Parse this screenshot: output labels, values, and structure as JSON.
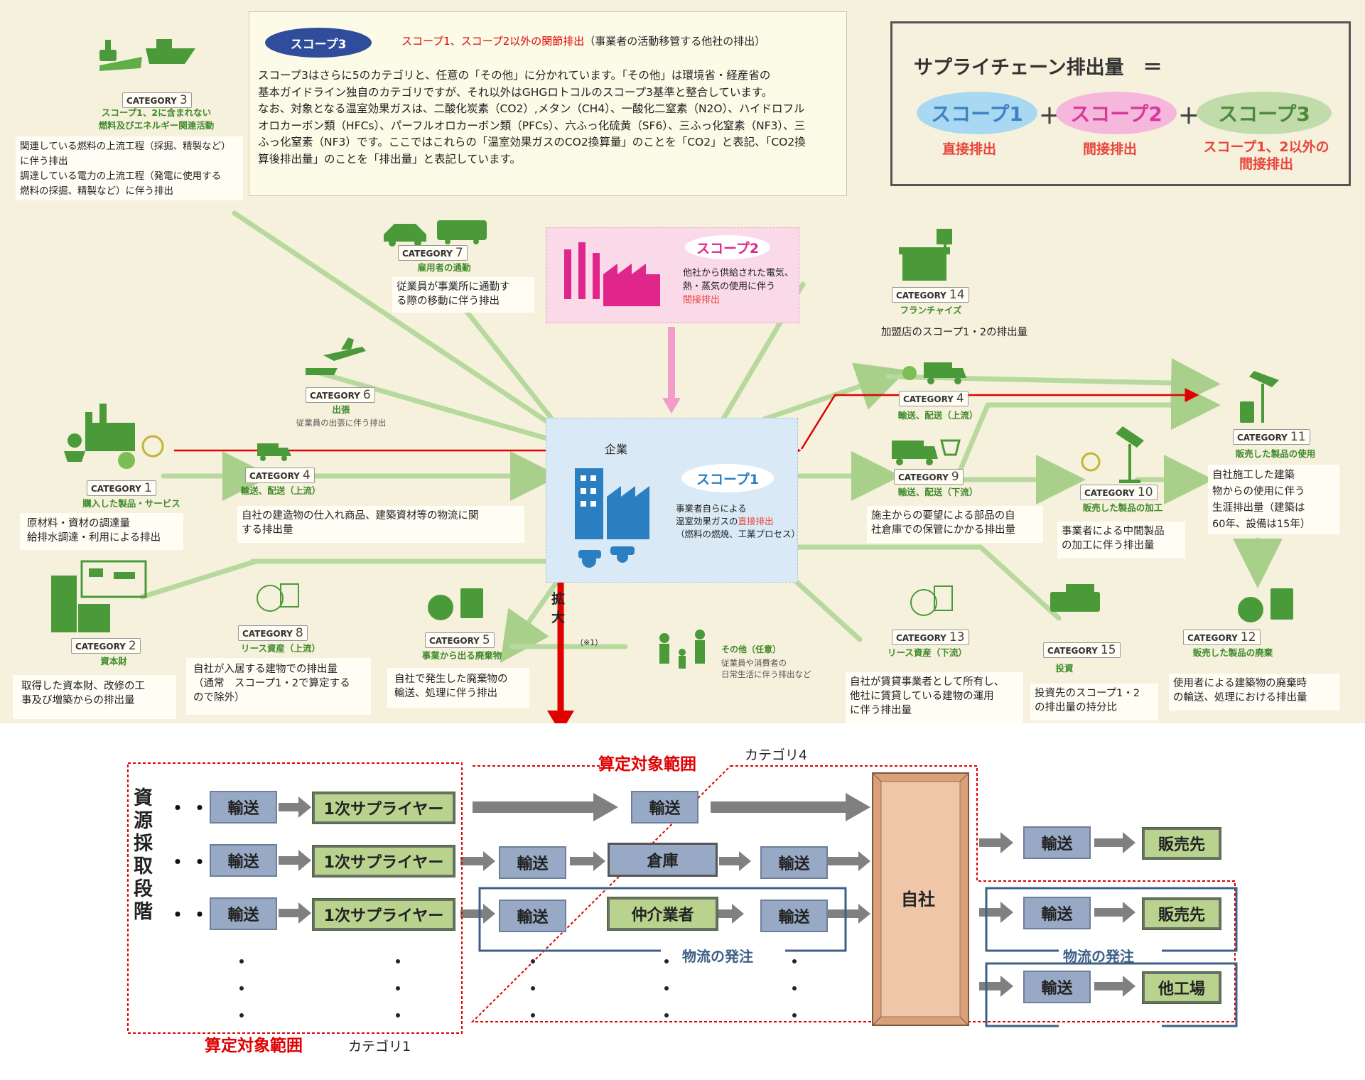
{
  "scope3_box": {
    "badge": "スコープ3",
    "title": "スコープ1、スコープ2以外の関節排出",
    "title_suffix": "（事業者の活動移管する他社の排出）",
    "lines": [
      "スコープ3はさらに5のカテゴリと、任意の「その他」に分かれています。「その他」は環境省・経産省の",
      "基本ガイドライン独自のカテゴリですが、それ以外はGHGロトコルのスコープ3基準と整合しています。",
      "なお、対象となる温室効果ガスは、二酸化炭素（CO2）,メタン（CH4）、一酸化二窒素（N2O）、ハイドロフル",
      "オロカーボン類（HFCs）、パーフルオロカーボン類（PFCs）、六ふっ化硫黄（SF6）、三ふっ化窒素（NF3）、三",
      "ふっ化窒素（NF3）です。ここではこれらの「温室効果ガスのCO2換算量」のことを「CO2」と表記、「CO2換",
      "算後排出量」のことを「排出量」と表記しています。"
    ]
  },
  "formula": {
    "title": "サプライチェーン排出量　＝",
    "plus": "＋",
    "scope1": "スコープ1",
    "scope2": "スコープ2",
    "scope3": "スコープ3",
    "scope1_desc": "直接排出",
    "scope2_desc": "間接排出",
    "scope3_desc_1": "スコープ1、2以外の",
    "scope3_desc_2": "間接排出",
    "colors": {
      "scope1": "#a9d9f2",
      "scope2": "#f6b7dc",
      "scope3": "#c1dcaa",
      "desc": "#e8453c"
    }
  },
  "categories": {
    "cat3": {
      "tag": "CATEGORY",
      "num": "3",
      "sub1": "スコープ1、2に含まれない",
      "sub2": "燃料及びエネルギー関連活動",
      "desc": [
        "関連している燃料の上流工程（採掘、精製など）",
        "に伴う排出",
        "調達している電力の上流工程（発電に使用する",
        "燃料の採掘、精製など）に伴う排出"
      ]
    },
    "cat7": {
      "tag": "CATEGORY",
      "num": "7",
      "sub": "雇用者の通勤",
      "desc": [
        "従業員が事業所に通勤す",
        "る際の移動に伴う排出"
      ]
    },
    "cat6": {
      "tag": "CATEGORY",
      "num": "6",
      "sub1": "出張",
      "sub2": "従業員の出張に伴う排出"
    },
    "cat1": {
      "tag": "CATEGORY",
      "num": "1",
      "sub": "購入した製品・サービス",
      "desc": [
        "原材料・資材の調達量",
        "給排水調達・利用による排出"
      ]
    },
    "cat4a": {
      "tag": "CATEGORY",
      "num": "4",
      "sub": "輸送、配送（上流）",
      "desc": [
        "自社の建造物の仕入れ商品、建築資材等の物流に関",
        "する排出量"
      ]
    },
    "cat2": {
      "tag": "CATEGORY",
      "num": "2",
      "sub": "資本財",
      "desc": [
        "取得した資本財、改修の工",
        "事及び増築からの排出量"
      ]
    },
    "cat8": {
      "tag": "CATEGORY",
      "num": "8",
      "sub": "リース資産（上流）",
      "desc": [
        "自社が入居する建物での排出量",
        "（通常　スコープ1・2で算定する",
        "ので除外）"
      ]
    },
    "cat5": {
      "tag": "CATEGORY",
      "num": "5",
      "sub": "事業から出る廃棄物",
      "desc": [
        "自社で発生した廃棄物の",
        "輸送、処理に伴う排出"
      ]
    },
    "other": {
      "title": "その他（任意）",
      "sub1": "従業員や消費者の",
      "sub2": "日常生活に伴う排出など"
    },
    "note1": "（※1）",
    "cat14": {
      "tag": "CATEGORY",
      "num": "14",
      "sub": "フランチャイズ",
      "desc": [
        "加盟店のスコープ1・2の排出量"
      ]
    },
    "cat4b": {
      "tag": "CATEGORY",
      "num": "4",
      "sub": "輸送、配送（上流）"
    },
    "cat9": {
      "tag": "CATEGORY",
      "num": "9",
      "sub": "輸送、配送（下流）",
      "desc": [
        "施主からの要望による部品の自",
        "社倉庫での保管にかかる排出量"
      ]
    },
    "cat10": {
      "tag": "CATEGORY",
      "num": "10",
      "sub": "販売した製品の加工",
      "desc": [
        "事業者による中間製品",
        "の加工に伴う排出量"
      ]
    },
    "cat11": {
      "tag": "CATEGORY",
      "num": "11",
      "sub": "販売した製品の使用",
      "desc": [
        "自社施工した建築",
        "物からの使用に伴う",
        "生涯排出量（建築は",
        "60年、設備は15年）"
      ]
    },
    "cat13": {
      "tag": "CATEGORY",
      "num": "13",
      "sub": "リース資産（下流）",
      "desc": [
        "自社が賃貸事業者として所有し、",
        "他社に賃貸している建物の運用",
        "に伴う排出量"
      ]
    },
    "cat15": {
      "tag": "CATEGORY",
      "num": "15",
      "sub": "投資",
      "desc": [
        "投資先のスコープ1・2",
        "の排出量の持分比"
      ]
    },
    "cat12": {
      "tag": "CATEGORY",
      "num": "12",
      "sub": "販売した製品の廃棄",
      "desc": [
        "使用者による建築物の廃棄時",
        "の輸送、処理における排出量"
      ]
    }
  },
  "scope2_card": {
    "title": "スコープ2",
    "lines": [
      "他社から供給された電気、",
      "熱・蒸気の使用に伴う"
    ],
    "em": "間接排出"
  },
  "company_card": {
    "label": "企業",
    "title": "スコープ1",
    "line1": "事業者自らによる",
    "line2_pre": "温室効果ガスの",
    "line2_em": "直接排出",
    "line3": "（燃料の燃焼、工業プロセス）"
  },
  "expand_label": [
    "拡",
    "大"
  ],
  "bottom": {
    "resource_label": [
      "資",
      "源",
      "採",
      "取",
      "段",
      "階"
    ],
    "dots": "・・・",
    "transport": "輸送",
    "supplier": "1次サプライヤー",
    "warehouse": "倉庫",
    "broker": "仲介業者",
    "own_company": "自社",
    "sales": "販売先",
    "other_factory": "他工場",
    "logistics_order": "物流の発注",
    "scope_label": "算定対象範囲",
    "category4": "カテゴリ4",
    "category1": "カテゴリ1"
  }
}
